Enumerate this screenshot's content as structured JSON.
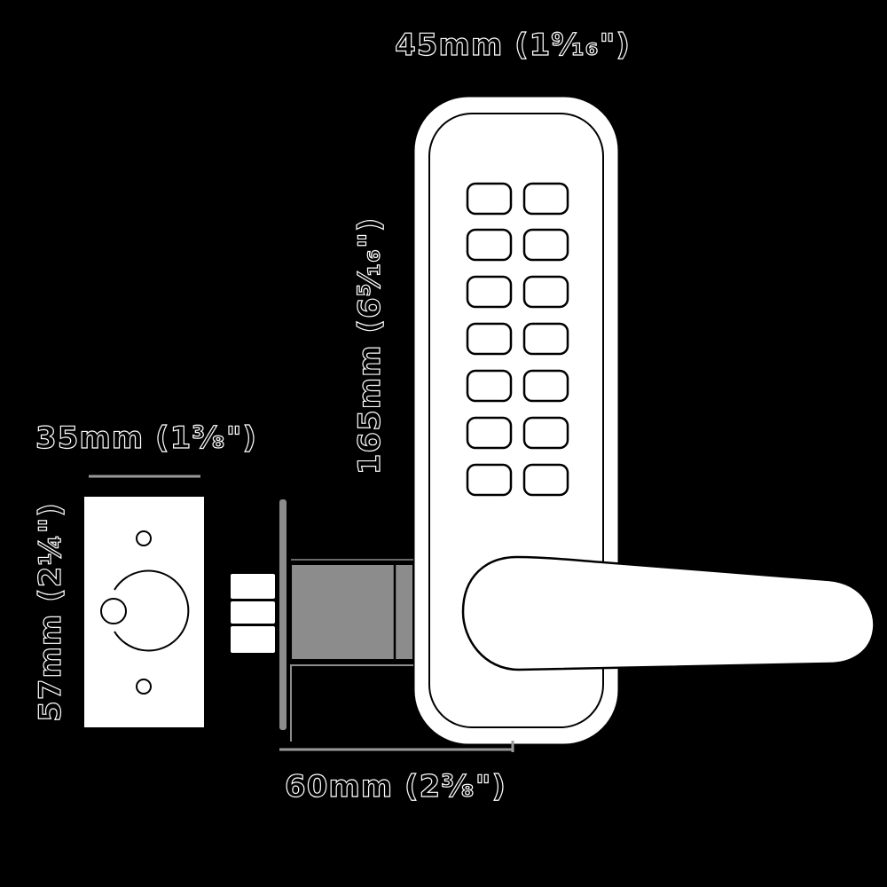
{
  "diagram": {
    "subject": "Mechanical keypad lever lock dimensions",
    "colors": {
      "background": "#000000",
      "outline": "#000000",
      "fill": "#ffffff",
      "latch_body": "#8c8c8c"
    },
    "dimensions": {
      "lock_width": "45mm (1⁹⁄₁₆\")",
      "lock_height": "165mm (6⁵⁄₁₆\")",
      "strike_plate_width": "35mm (1³⁄₈\")",
      "strike_plate_height": "57mm (2¼\")",
      "backset": "60mm (2³⁄₈\")"
    },
    "keypad": {
      "rows": 7,
      "columns": 2,
      "button_count": 14
    }
  }
}
